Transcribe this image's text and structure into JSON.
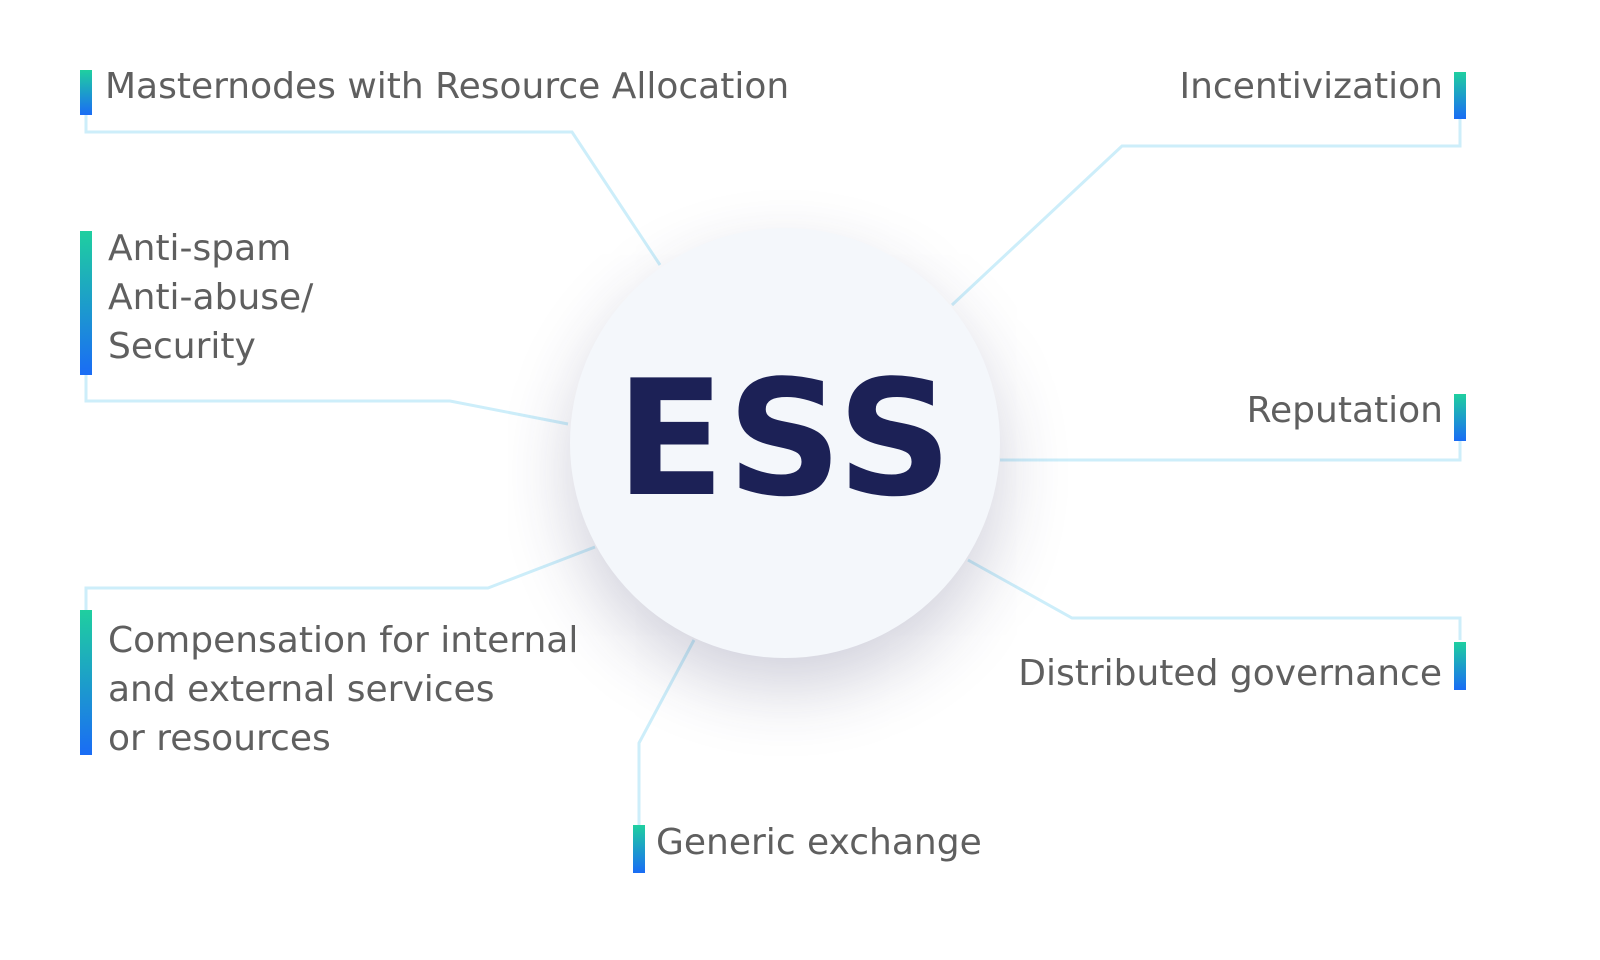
{
  "center": {
    "label": "ESS"
  },
  "nodes": [
    {
      "label": "Masternodes with Resource Allocation"
    },
    {
      "label": "Incentivization"
    },
    {
      "label": "Anti-spam\nAnti-abuse/\nSecurity"
    },
    {
      "label": "Reputation"
    },
    {
      "label": "Compensation for internal\nand external services\nor resources"
    },
    {
      "label": "Distributed governance"
    },
    {
      "label": "Generic exchange"
    }
  ],
  "colors": {
    "connector": "#cdeefa",
    "text": "#5f5f5f",
    "center_text": "#1c2156",
    "bar_top": "#1fcf9f",
    "bar_bottom": "#1a6cf5"
  }
}
